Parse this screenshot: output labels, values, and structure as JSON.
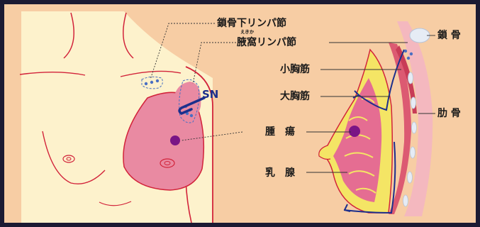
{
  "labels": {
    "infraclavicular_node": "鎖骨下リンパ節",
    "axillary_node_ruby": "えきか",
    "axillary_node": "腋窩リンパ節",
    "sentinel": "SN",
    "pectoralis_minor": "小胸筋",
    "pectoralis_major": "大胸筋",
    "tumor": "腫　瘍",
    "mammary_gland": "乳　腺",
    "clavicle": "鎖 骨",
    "rib": "肋 骨"
  },
  "colors": {
    "frame": "#1c1a33",
    "background": "#f7cda4",
    "skin": "#fdf2cc",
    "breast_pink": "#e98aa2",
    "outline_red": "#d2233a",
    "gland_yellow": "#f4e565",
    "gland_pink": "#e56d92",
    "tumor_purple": "#7a1585",
    "lymph_blue": "#4a6fc2",
    "probe_navy": "#1c2f8c",
    "bone": "#e6ecf5"
  }
}
